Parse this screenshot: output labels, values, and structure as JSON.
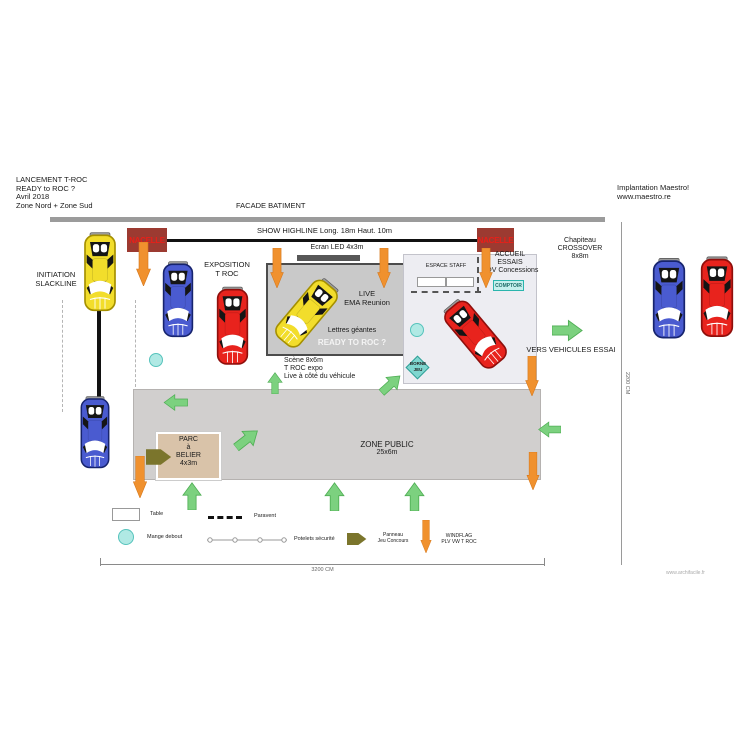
{
  "colors": {
    "orange_arrow": "#f0912e",
    "green_arrow": "#7cd17f",
    "olive_arrow": "#7b752c",
    "nacelle_bg": "#9c3a31",
    "nacelle_text": "#ea1f18",
    "facade_bar": "#9b9b9b",
    "stage_gray": "#c9c9c9",
    "zone_gray": "#d1cfce",
    "staff_bg": "#ededf2",
    "parc_beige": "#d9c3a9",
    "teal": "#2ab5ad",
    "mange_debout": "#b0e9e4",
    "car_yellow": "#f2dd2b",
    "car_blue": "#4a5bd0",
    "car_red": "#e8231d"
  },
  "header": {
    "left_lines": [
      "LANCEMENT T-ROC",
      "READY to ROC ?",
      "Avril 2018",
      "Zone Nord + Zone Sud"
    ],
    "right_lines": [
      "Implantation Maestro!",
      "www.maestro.re"
    ]
  },
  "facade": {
    "label": "FACADE BATIMENT"
  },
  "highline": {
    "label": "SHOW HIGHLINE Long. 18m Haut. 10m",
    "nacelle": "NACELLE"
  },
  "areas": {
    "initiation_lines": [
      "INITIATION",
      "SLACKLINE"
    ],
    "exposition_lines": [
      "EXPOSITION",
      "T ROC"
    ],
    "ecran_led": "Ecran LED 4x3m",
    "stage": {
      "live_lines": [
        "LIVE",
        "EMA Reunion"
      ],
      "lettres": "Lettres géantes",
      "ready": "READY TO ROC ?",
      "note_lines": [
        "Scène 8x6m",
        "T ROC expo",
        "Live à côté du véhicule"
      ]
    },
    "staff": {
      "espace": "ESPACE STAFF",
      "accueil_lines": [
        "ACCUEIL",
        "ESSAIS",
        "RDV Concessions"
      ],
      "comptoir": "COMPTOIR",
      "borne_lines": [
        "BORNE",
        "JEU"
      ]
    },
    "chapiteau_lines": [
      "Chapiteau",
      "CROSSOVER",
      "8x8m"
    ],
    "vers_label": "VERS VEHICULES ESSAI",
    "zone_public_lines": [
      "ZONE PUBLIC",
      "25x6m"
    ],
    "parc_lines": [
      "PARC",
      "à",
      "BELIER",
      "4x3m"
    ]
  },
  "legend": {
    "table": "Table",
    "mange_debout": "Mange debout",
    "paravent": "Paravent",
    "potelets": "Potelets sécurité",
    "panneau_lines": [
      "Panneau",
      "Jeu Concours"
    ],
    "windflag_lines": [
      "WINDFLAG",
      "PLV VW T ROC"
    ]
  },
  "dimensions": {
    "width_label": "3200 CM",
    "height_label": "2200 CM"
  },
  "footer": {
    "credit": "www.archifacile.fr"
  }
}
